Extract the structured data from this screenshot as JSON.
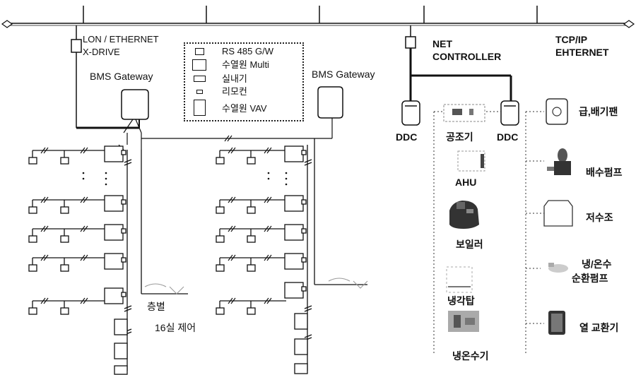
{
  "network": {
    "left_label_line1": "LON / ETHERNET",
    "left_label_line2": "X-DRIVE",
    "net_controller_line1": "NET",
    "net_controller_line2": "CONTROLLER",
    "tcpip_line1": "TCP/IP",
    "tcpip_line2": "EHTERNET"
  },
  "gateways": {
    "left": "BMS Gateway",
    "right": "BMS Gateway"
  },
  "legend": {
    "items": [
      {
        "label": "RS 485 G/W"
      },
      {
        "label": "수열원 Multi"
      },
      {
        "label": "실내기"
      },
      {
        "label": "리모컨"
      },
      {
        "label": "수열원 VAV"
      }
    ]
  },
  "floor_control": {
    "line1": "층별",
    "line2": "16실 제어"
  },
  "ddc": {
    "left": "DDC",
    "right": "DDC"
  },
  "equipment": {
    "center": [
      "공조기",
      "AHU",
      "보일러",
      "냉각탑",
      "냉온수기"
    ],
    "right": [
      "급,배기팬",
      "배수펌프",
      "저수조",
      "냉/온수",
      "순환펌프",
      "열 교환기"
    ]
  }
}
